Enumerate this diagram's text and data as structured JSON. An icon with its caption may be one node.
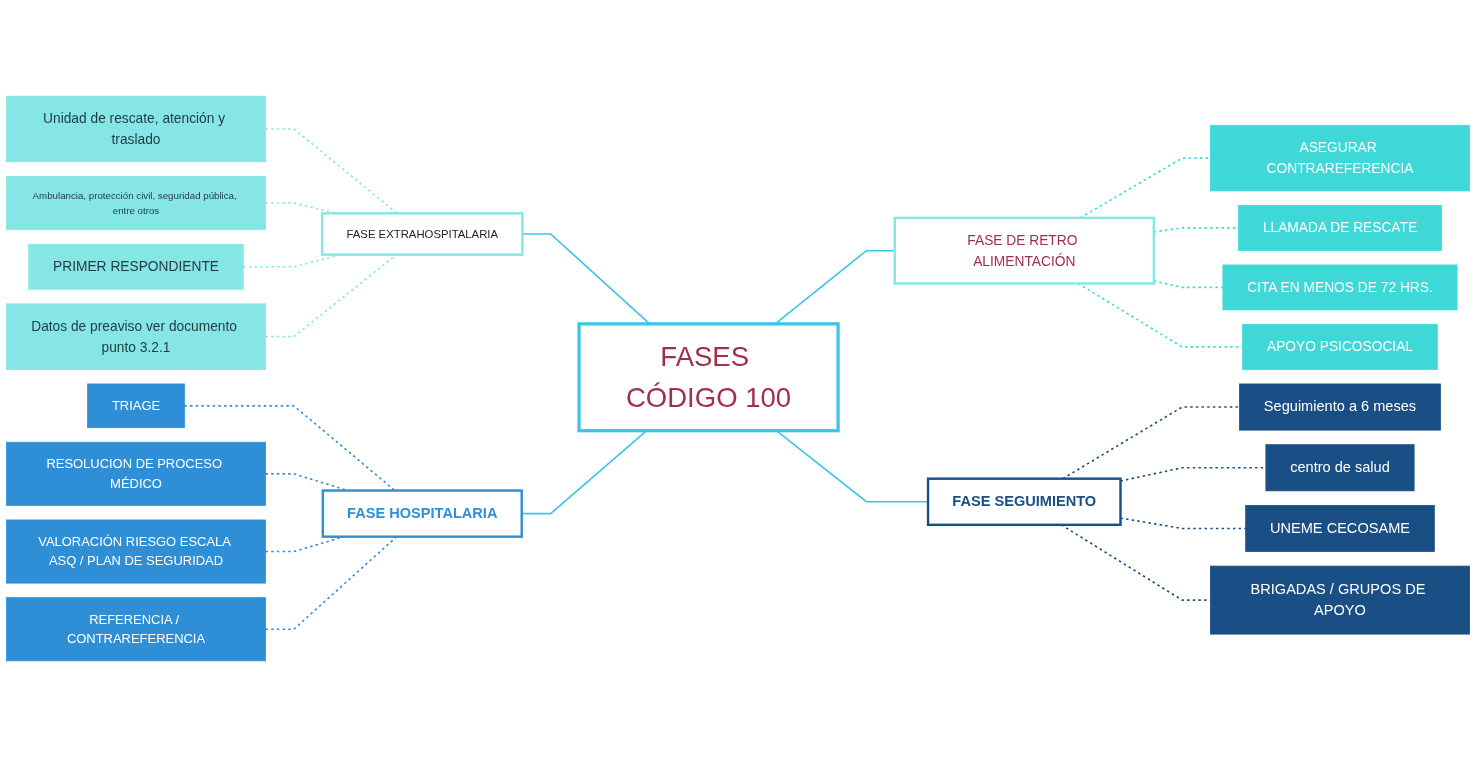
{
  "diagram": {
    "nodes": [
      {
        "text": [
          "Unidad de rescate, atención y traslado"
        ]
      },
      {
        "text": [
          "Ambulancia, protección civil, seguridad pública, entre otros"
        ]
      },
      {
        "text": [
          "PRIMER RESPONDIENTE"
        ]
      },
      {
        "text": [
          "Datos de preaviso ver documento punto 3.2.1"
        ]
      },
      {
        "text": [
          "FASE EXTRAHOSPITALARIA"
        ]
      },
      {
        "text": [
          "FASE DE RETRO ALIMENTACIÓN"
        ]
      },
      {
        "text": [
          "ASEGURAR CONTRAREFERENCIA"
        ]
      },
      {
        "text": [
          "LLAMADA DE RESCATE"
        ]
      },
      {
        "text": [
          "CITA EN MENOS DE 72 HRS."
        ]
      },
      {
        "text": [
          "APOYO PSICOSOCIAL"
        ]
      },
      {
        "text": [
          "FASES CÓDIGO 100"
        ]
      },
      {
        "text": [
          "TRIAGE"
        ]
      },
      {
        "text": [
          "RESOLUCION DE PROCESO MÉDICO"
        ]
      },
      {
        "text": [
          "VALORACIÓN RIESGO ESCALA ASQ / PLAN DE SEGURIDAD"
        ]
      },
      {
        "text": [
          "REFERENCIA / CONTRAREFERENCIA"
        ]
      },
      {
        "text": [
          "FASE HOSPITALARIA"
        ]
      },
      {
        "text": [
          "FASE SEGUIMIENTO"
        ]
      },
      {
        "text": [
          "Seguimiento a 6 meses"
        ]
      },
      {
        "text": [
          "centro de salud"
        ]
      },
      {
        "text": [
          "UNEME CECOSAME"
        ]
      },
      {
        "text": [
          "BRIGADAS / GRUPOS DE APOYO"
        ]
      }
    ],
    "edges": [
      {
        "from": 0,
        "to": 4,
        "arrow": "none",
        "style": "dashed",
        "color": "#86e6e6"
      },
      {
        "from": 1,
        "to": 4,
        "arrow": "none",
        "style": "dashed",
        "color": "#86e6e6"
      },
      {
        "from": 2,
        "to": 4,
        "arrow": "none",
        "style": "dashed",
        "color": "#86e6e6"
      },
      {
        "from": 3,
        "to": 4,
        "arrow": "none",
        "style": "dashed",
        "color": "#86e6e6"
      },
      {
        "from": 4,
        "to": 10,
        "arrow": "none",
        "color": "#3cc4e8"
      },
      {
        "from": 10,
        "to": 5,
        "arrow": "none",
        "color": "#3cc4e8"
      },
      {
        "from": 5,
        "to": 6,
        "arrow": "none",
        "style": "dashed",
        "color": "#3fd8d8"
      },
      {
        "from": 5,
        "to": 7,
        "arrow": "none",
        "style": "dashed",
        "color": "#3fd8d8"
      },
      {
        "from": 5,
        "to": 8,
        "arrow": "none",
        "style": "dashed",
        "color": "#3fd8d8"
      },
      {
        "from": 5,
        "to": 9,
        "arrow": "none",
        "style": "dashed",
        "color": "#3fd8d8"
      },
      {
        "from": 11,
        "to": 15,
        "arrow": "none",
        "style": "dashed",
        "color": "#2f8fd6"
      },
      {
        "from": 12,
        "to": 15,
        "arrow": "none",
        "style": "dashed",
        "color": "#2f8fd6"
      },
      {
        "from": 13,
        "to": 15,
        "arrow": "none",
        "style": "dashed",
        "color": "#2f8fd6"
      },
      {
        "from": 14,
        "to": 15,
        "arrow": "none",
        "style": "dashed",
        "color": "#2f8fd6"
      },
      {
        "from": 15,
        "to": 10,
        "arrow": "none",
        "color": "#3cc4e8"
      },
      {
        "from": 10,
        "to": 16,
        "arrow": "none",
        "color": "#3cc4e8"
      },
      {
        "from": 16,
        "to": 17,
        "arrow": "none",
        "style": "dashed",
        "color": "#1a4f86"
      },
      {
        "from": 16,
        "to": 18,
        "arrow": "none",
        "style": "dashed",
        "color": "#1a4f86"
      },
      {
        "from": 16,
        "to": 19,
        "arrow": "none",
        "style": "dashed",
        "color": "#1a4f86"
      },
      {
        "from": 16,
        "to": 20,
        "arrow": "none",
        "style": "dashed",
        "color": "#1a4f86"
      }
    ]
  }
}
